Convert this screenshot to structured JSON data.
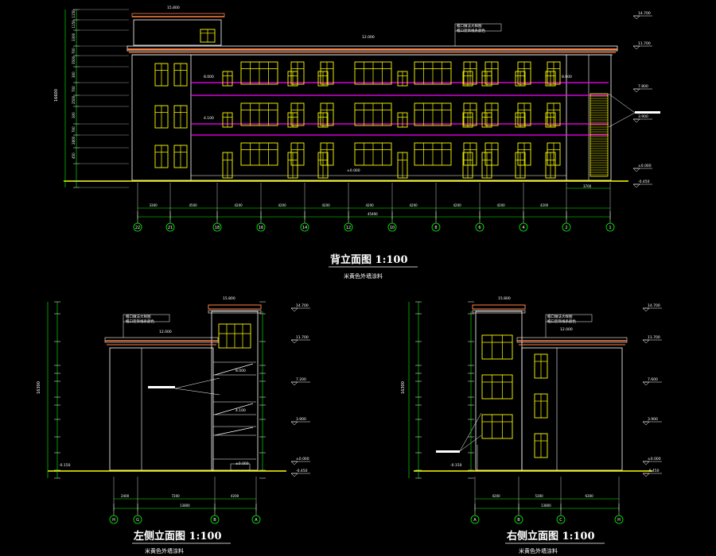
{
  "colors": {
    "background": "#000000",
    "outline": "#ffffff",
    "window": "#ffff00",
    "slab": "#ff00ff",
    "roof": "#ff8040",
    "ground": "#ffff00",
    "dim": "#00ff00",
    "axis": "#00ffff"
  },
  "rear": {
    "title": "背立面图  1:100",
    "subtitle": "米黄色外墙涂料",
    "elev_roof_top": "15.800",
    "elev_roof": "12.000",
    "elev_floor3": "8.000",
    "elev_floor2": "4.100",
    "elev_ground": "±0.000",
    "note": "檐口做法大样图",
    "note2": "檐口装饰线条颜色",
    "right_elevs": [
      "14.700",
      "11.700",
      "7.800",
      "3.900",
      "±0.000",
      "-0.450"
    ],
    "left_dims": [
      "1150",
      "1150",
      "3300",
      "700",
      "3500",
      "300",
      "700",
      "2500",
      "300",
      "700",
      "2800",
      "450"
    ],
    "total_height": "16600",
    "spacing": [
      "3300",
      "4500",
      "4200",
      "4200",
      "4200",
      "4200",
      "4200",
      "4200",
      "4200",
      "4200"
    ],
    "total_length": "45400",
    "sub_dim": "3700",
    "axes": [
      "22",
      "21",
      "18",
      "16",
      "14",
      "12",
      "10",
      "8",
      "6",
      "4",
      "2",
      "1"
    ]
  },
  "left": {
    "title": "左侧立面图  1:100",
    "subtitle": "米黄色外墙涂料",
    "elev_top": "15.800",
    "elev_roof": "12.000",
    "elevs": [
      "8.000",
      "4.100"
    ],
    "elev_ground": "±0.000",
    "note": "檐口做法大样图",
    "note2": "檐口装饰线条颜色",
    "right_elevs": [
      "14.700",
      "11.700",
      "7.200",
      "3.900",
      "±0.000",
      "-0.450"
    ],
    "left_small": "-0.150",
    "bottom_dims": [
      "2400",
      "7200",
      "4200"
    ],
    "total": "13800",
    "axes": [
      "H",
      "G",
      "B",
      "A"
    ],
    "total_height": "16300"
  },
  "right": {
    "title": "右侧立面图  1:100",
    "subtitle": "米黄色外墙涂料",
    "elev_top": "15.800",
    "elev_roof": "12.000",
    "note": "檐口做法大样图",
    "note2": "檐口装饰线条颜色",
    "right_elevs": [
      "14.700",
      "11.700",
      "7.600",
      "3.900",
      "±0.000",
      "-0.450"
    ],
    "left_small": "-0.150",
    "bottom_dims": [
      "4200",
      "5300",
      "6300"
    ],
    "total": "13800",
    "axes": [
      "A",
      "B",
      "C",
      "H"
    ],
    "total_height": "16300"
  }
}
